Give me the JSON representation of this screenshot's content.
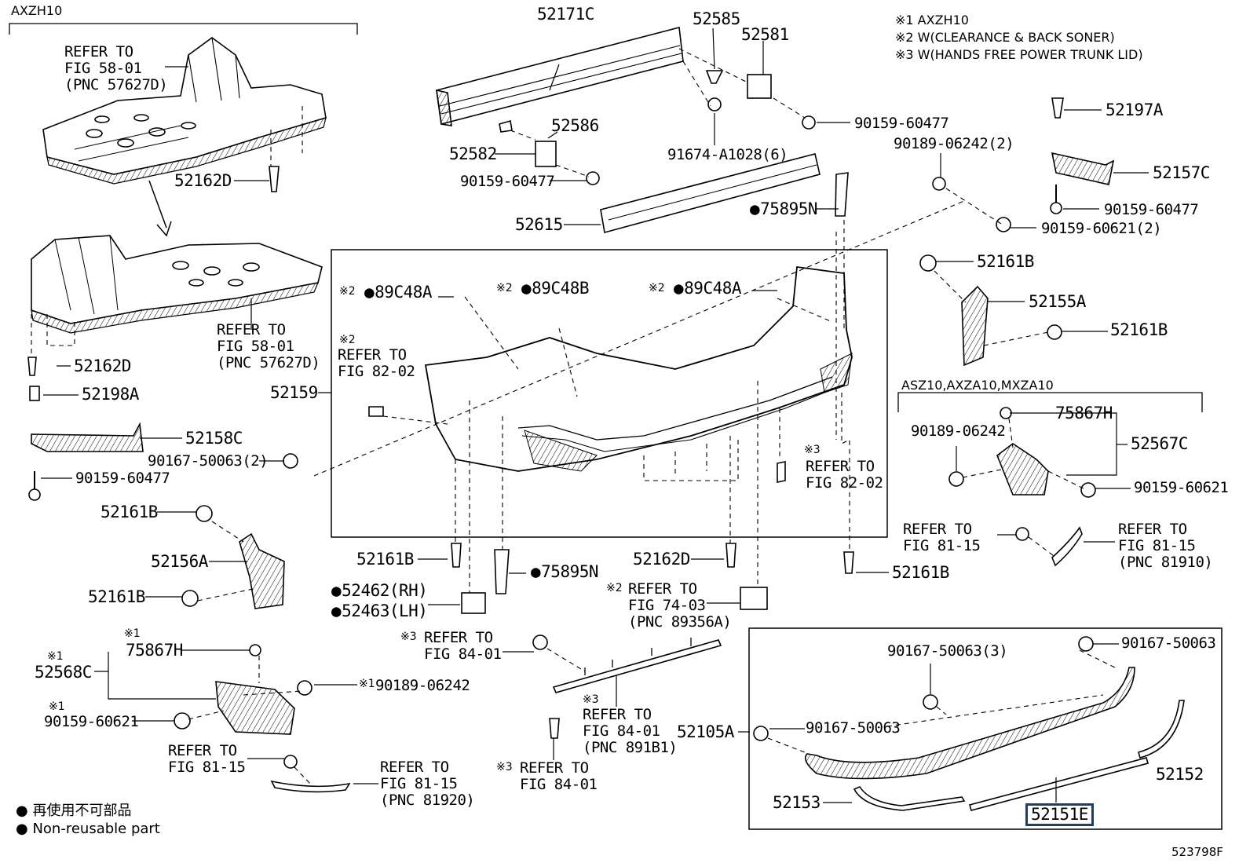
{
  "header": {
    "group_axzh10": "AXZH10",
    "group_asz10": "ASZ10,AXZA10,MXZA10"
  },
  "notes": [
    "※1  AXZH10",
    "※2  W(CLEARANCE & BACK SONER)",
    "※3  W(HANDS FREE POWER TRUNK LID)"
  ],
  "legend": {
    "symbol": "●",
    "jp": "再使用不可部品",
    "en": "Non-reusable part"
  },
  "figure_id": "523798F",
  "highlighted_part": "52151E",
  "labels": {
    "ref_58_01_a": "REFER TO\nFIG 58-01\n(PNC 57627D)",
    "ref_58_01_b": "REFER TO\nFIG 58-01\n(PNC 57627D)",
    "p52162D_a": "52162D",
    "p52162D_b": "52162D",
    "p52198A": "52198A",
    "p52158C": "52158C",
    "p90167_50063_2": "90167-50063(2)",
    "p90159_60477_a": "90159-60477",
    "p52161B_a": "52161B",
    "p52156A": "52156A",
    "p52161B_b": "52161B",
    "p52568C": "52568C",
    "p75867H_a": "75867H",
    "p90189_06242_a": "90189-06242",
    "p90159_60621_a": "90159-60621",
    "ref_81_15_a": "REFER TO\nFIG 81-15",
    "ref_81_15_b": "REFER TO\nFIG 81-15\n(PNC 81920)",
    "p52171C": "52171C",
    "p52585": "52585",
    "p52581": "52581",
    "p52586": "52586",
    "p52582": "52582",
    "p90159_60477_b": "90159-60477",
    "p91674": "91674-A1028(6)",
    "p90159_60477_c": "90159-60477",
    "p52615": "52615",
    "p75895N_a": "75895N",
    "p52197A": "52197A",
    "p52157C": "52157C",
    "p90189_06242_2": "90189-06242(2)",
    "p90159_60477_d": "90159-60477",
    "p90159_60621_2": "90159-60621(2)",
    "p52161B_c": "52161B",
    "p52155A": "52155A",
    "p52161B_d": "52161B",
    "p89C48A_a": "89C48A",
    "p89C48B": "89C48B",
    "p89C48A_b": "89C48A",
    "ref_82_02_a": "REFER TO\nFIG 82-02",
    "p52159": "52159",
    "ref_82_02_b": "REFER TO\nFIG 82-02",
    "p75867H_b": "75867H",
    "p90189_06242_b": "90189-06242",
    "p52567C": "52567C",
    "p90159_60621_b": "90159-60621",
    "ref_81_15_c": "REFER TO\nFIG 81-15",
    "ref_81_15_d": "REFER TO\nFIG 81-15\n(PNC 81910)",
    "p52161B_e": "52161B",
    "p75895N_b": "75895N",
    "p52462": "52462(RH)",
    "p52463": "52463(LH)",
    "p52162D_c": "52162D",
    "ref_74_03": "REFER TO\nFIG 74-03\n(PNC 89356A)",
    "p52161B_f": "52161B",
    "ref_84_01_a": "REFER TO\nFIG 84-01",
    "ref_84_01_b": "REFER TO\nFIG 84-01\n(PNC 891B1)",
    "ref_84_01_c": "REFER TO\nFIG 84-01",
    "p90167_50063_3": "90167-50063(3)",
    "p90167_50063_a": "90167-50063",
    "p90167_50063_b": "90167-50063",
    "p52105A": "52105A",
    "p52152": "52152",
    "p52153": "52153"
  },
  "marks": {
    "note1": "※1",
    "note2": "※2",
    "note3": "※3"
  }
}
